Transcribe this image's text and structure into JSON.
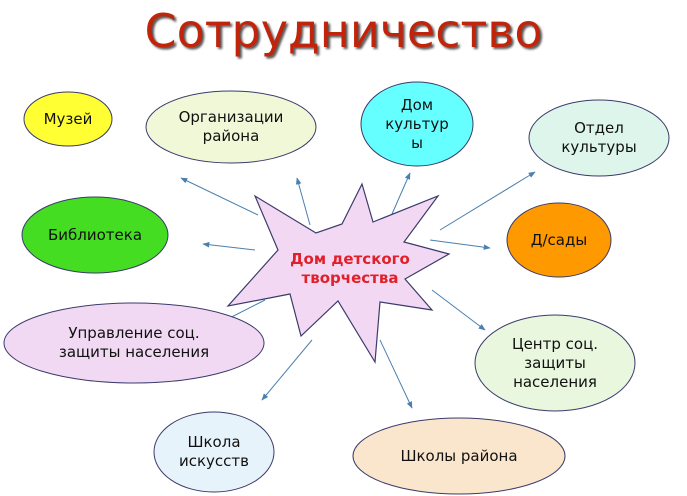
{
  "title": "Сотрудничество",
  "center": {
    "label": "Дом детского\nтворчества",
    "fill": "#f3d8f3",
    "text_color": "#e0202a"
  },
  "nodes": [
    {
      "id": "museum",
      "label": "Музей",
      "fill": "#ffff33"
    },
    {
      "id": "district-orgs",
      "label": "Организации\nрайона",
      "fill": "#f0f8d8"
    },
    {
      "id": "culture-house",
      "label": "Дом\nкультур\nы",
      "fill": "#66ffff"
    },
    {
      "id": "culture-dept",
      "label": "Отдел\nкультуры",
      "fill": "#ddf5ea"
    },
    {
      "id": "library",
      "label": "Библиотека",
      "fill": "#44dd22"
    },
    {
      "id": "kindergartens",
      "label": "Д/сады",
      "fill": "#ff9900"
    },
    {
      "id": "social-dept",
      "label": "Управление соц.\nзащиты населения",
      "fill": "#f1d9f4"
    },
    {
      "id": "social-center",
      "label": "Центр соц.\nзащиты\nнаселения",
      "fill": "#e8f7de"
    },
    {
      "id": "art-school",
      "label": "Школа\nискусств",
      "fill": "#e7f3fb"
    },
    {
      "id": "district-schools",
      "label": "Школы района",
      "fill": "#f9e6cc"
    }
  ]
}
